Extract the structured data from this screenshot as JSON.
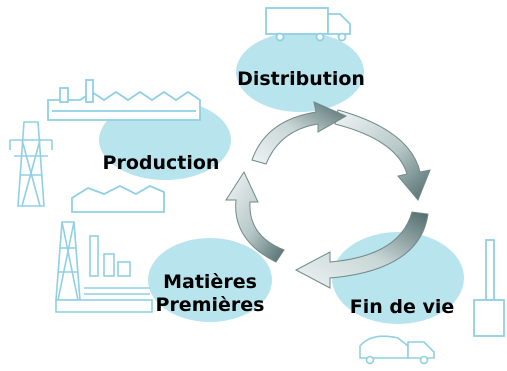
{
  "stages": {
    "distribution": "Distribution",
    "production": "Production",
    "raw_materials_line1": "Matières",
    "raw_materials_line2": "Premières",
    "end_of_life": "Fin de vie"
  },
  "colors": {
    "bubble": "#b8e4ee",
    "line_art": "#8fd0e4",
    "arrow_light": "#e6efef",
    "arrow_dark": "#4f6a6a",
    "text": "#000000"
  },
  "icons": [
    "truck-icon",
    "factory-icon",
    "power-pylon-icon",
    "refinery-icon",
    "chimney-icon",
    "garbage-truck-icon"
  ]
}
